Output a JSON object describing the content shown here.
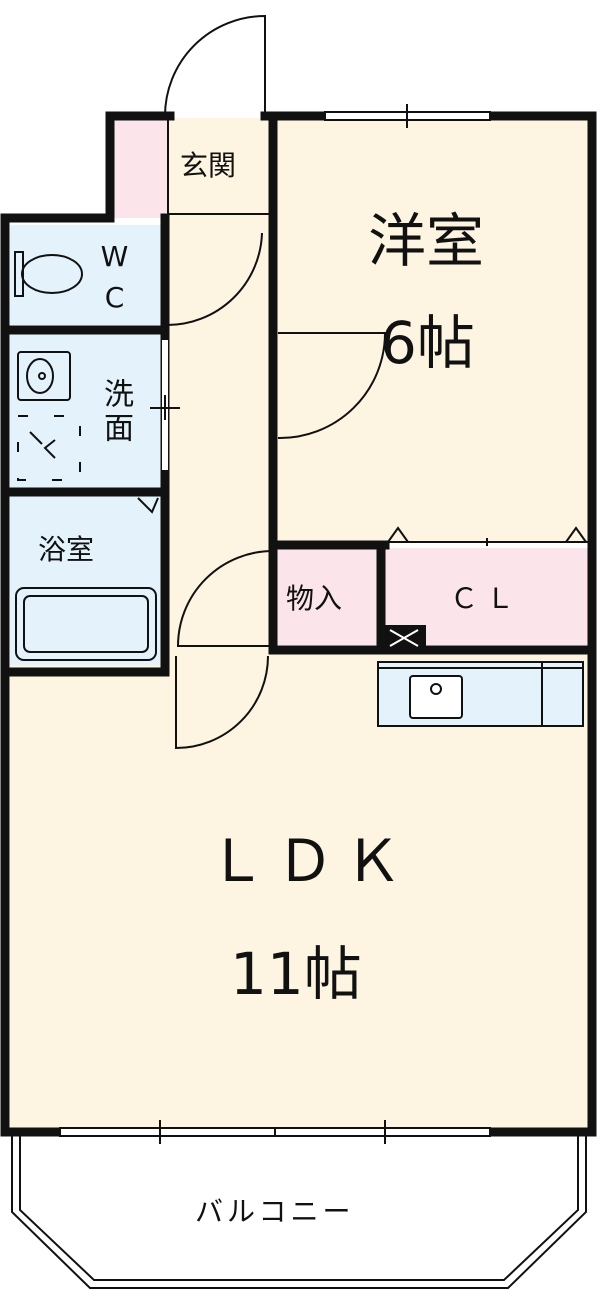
{
  "rooms": {
    "genkan": "玄関",
    "wc": "WC",
    "senmen": "洗面",
    "yokushitsu": "浴室",
    "youshitsu_name": "洋室",
    "youshitsu_size": "6帖",
    "monoire": "物入",
    "closet": "ＣＬ",
    "ldk_name": "ＬＤＫ",
    "ldk_size": "11帖",
    "balcony": "バルコニー"
  },
  "colors": {
    "living": "#fdf5e1",
    "wet": "#e3f2fb",
    "storage": "#fbe4ea",
    "wall": "#111111"
  }
}
